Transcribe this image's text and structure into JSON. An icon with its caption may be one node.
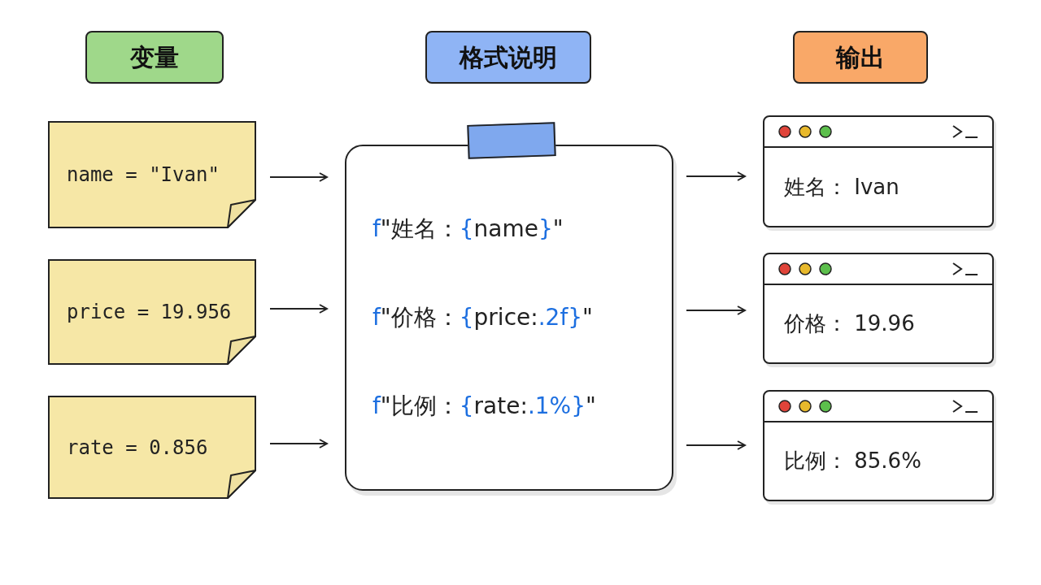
{
  "diagram": {
    "nodes": [
      {
        "text": [
          "变量"
        ]
      },
      {
        "text": [
          "格式说明"
        ]
      },
      {
        "text": [
          "输出"
        ]
      },
      {
        "text": [
          "name = \"Ivan\""
        ]
      },
      {
        "text": [
          "price = 19.956"
        ]
      },
      {
        "text": [
          "rate = 0.856"
        ]
      },
      {
        "text": [
          "f\"姓名：{name}\"",
          "f\"价格：{price:.2f}\"",
          "f\"比例：{rate:.1%}\""
        ]
      },
      {
        "text": [
          "姓名： Ivan"
        ]
      },
      {
        "text": [
          "价格： 19.96"
        ]
      },
      {
        "text": [
          "比例： 85.6%"
        ]
      }
    ],
    "edges": [
      {
        "from": 3,
        "to": 6,
        "arrow": "to"
      },
      {
        "from": 4,
        "to": 6,
        "arrow": "to"
      },
      {
        "from": 5,
        "to": 6,
        "arrow": "to"
      },
      {
        "from": 6,
        "to": 7,
        "arrow": "to"
      },
      {
        "from": 6,
        "to": 8,
        "arrow": "to"
      },
      {
        "from": 6,
        "to": 9,
        "arrow": "to"
      }
    ]
  }
}
